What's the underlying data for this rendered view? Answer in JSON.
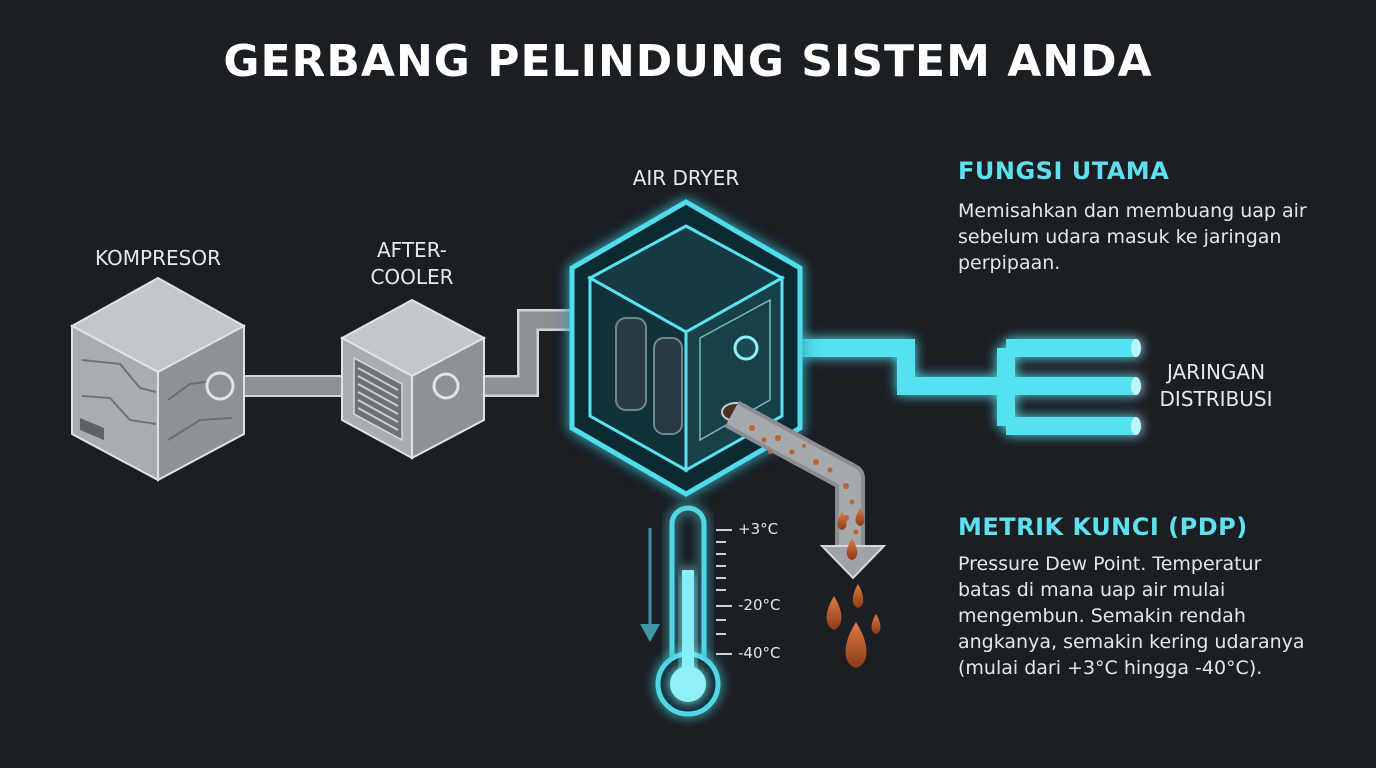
{
  "title": "GERBANG PELINDUNG SISTEM ANDA",
  "nodes": {
    "compressor": "KOMPRESOR",
    "aftercooler_line1": "AFTER-",
    "aftercooler_line2": "COOLER",
    "air_dryer": "AIR DRYER",
    "distribution_line1": "JARINGAN",
    "distribution_line2": "DISTRIBUSI"
  },
  "panel_function": {
    "heading": "FUNGSI UTAMA",
    "line1": "Memisahkan dan membuang uap air",
    "line2": "sebelum udara masuk ke jaringan",
    "line3": "perpipaan."
  },
  "panel_metric": {
    "heading": "METRIK KUNCI (PDP)",
    "line1": "Pressure Dew Point. Temperatur",
    "line2": "batas di mana uap air mulai",
    "line3": "mengembun. Semakin rendah",
    "line4": "angkanya, semakin kering udaranya",
    "line5": "(mulai dari +3°C hingga -40°C)."
  },
  "thermometer": {
    "tick_top": "+3°C",
    "tick_mid": "-20°C",
    "tick_bottom": "-40°C"
  },
  "colors": {
    "background": "#1b1e23",
    "accent_cyan": "#5ee0ee",
    "equipment_gray": "#b9bcc0",
    "condensate": "#b5562a"
  },
  "icons": [
    "compressor-icon",
    "aftercooler-icon",
    "air-dryer-icon",
    "thermometer-icon",
    "water-drops-icon",
    "down-arrow-icon"
  ]
}
